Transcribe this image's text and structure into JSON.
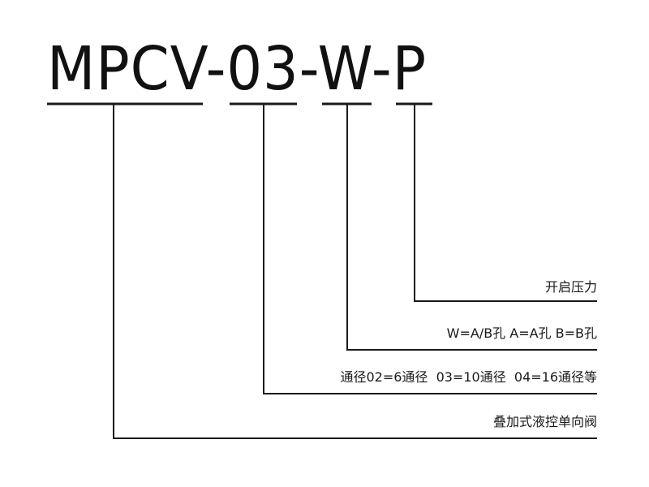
{
  "model_code": "MPCV-03-W-P",
  "segments": [
    {
      "code": "MPCV",
      "description": "叠加式液控单向阀"
    },
    {
      "code": "03",
      "description": "通径02=6通径  03=10通径  04=16通径等"
    },
    {
      "code": "W",
      "description": "W=A/B孔  A=A孔  B=B孔"
    },
    {
      "code": "P",
      "description": "开启压力"
    }
  ]
}
